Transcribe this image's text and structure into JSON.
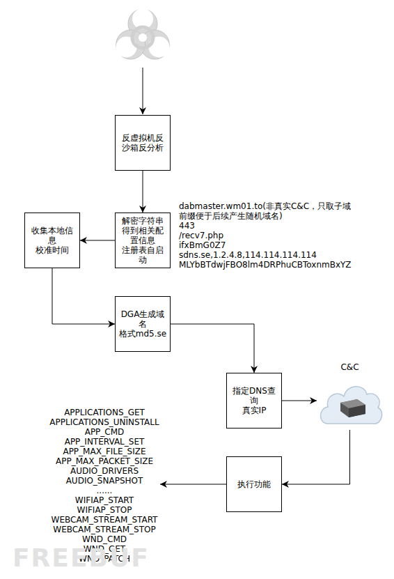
{
  "diagram": {
    "nodes": [
      {
        "text": [
          "反虚拟机反沙箱反分析"
        ]
      },
      {
        "text": [
          "收集本地信息",
          "校准时间"
        ]
      },
      {
        "text": [
          "解密字符串得到相关配置信息",
          "注册表自启动"
        ]
      },
      {
        "text": [
          "DGA生成域名",
          "格式md5.se"
        ]
      },
      {
        "text": [
          "指定DNS查询",
          "真实IP"
        ]
      },
      {
        "text": [
          "C&C"
        ]
      },
      {
        "text": [
          "执行功能"
        ]
      }
    ],
    "edges": [
      {
        "from": 0,
        "to": 2,
        "arrow": "to"
      },
      {
        "from": 2,
        "to": 1,
        "arrow": "to"
      },
      {
        "from": 1,
        "to": 3,
        "arrow": "to"
      },
      {
        "from": 3,
        "to": 4,
        "arrow": "to"
      },
      {
        "from": 4,
        "to": 5,
        "arrow": "to"
      },
      {
        "from": 5,
        "to": 6,
        "arrow": "to"
      }
    ],
    "labels": [
      "dabmaster.wm01.to(非真实C&C，只取子域前缀便于后续产生随机域名)",
      "443",
      "/recv7.php",
      "ifxBmG0Z7",
      "sdns.se,1.2.4.8,114.114.114.114",
      "MLYbBTdwjFBO8lm4DRPhuCBToxnmBxYZ",
      "APPLICATIONS_GET",
      "APPLICATIONS_UNINSTALL",
      "APP_CMD",
      "APP_INTERVAL_SET",
      "APP_MAX_FILE_SIZE",
      "APP_MAX_PACKET_SIZE",
      "AUDIO_DRIVERS",
      "AUDIO_SNAPSHOT",
      "......",
      "WIFIAP_START",
      "WIFIAP_STOP",
      "WEBCAM_STREAM_START",
      "WEBCAM_STREAM_STOP",
      "WND_CMD",
      "WND_GET",
      "WND_PATCH",
      "FREEBUF"
    ]
  }
}
